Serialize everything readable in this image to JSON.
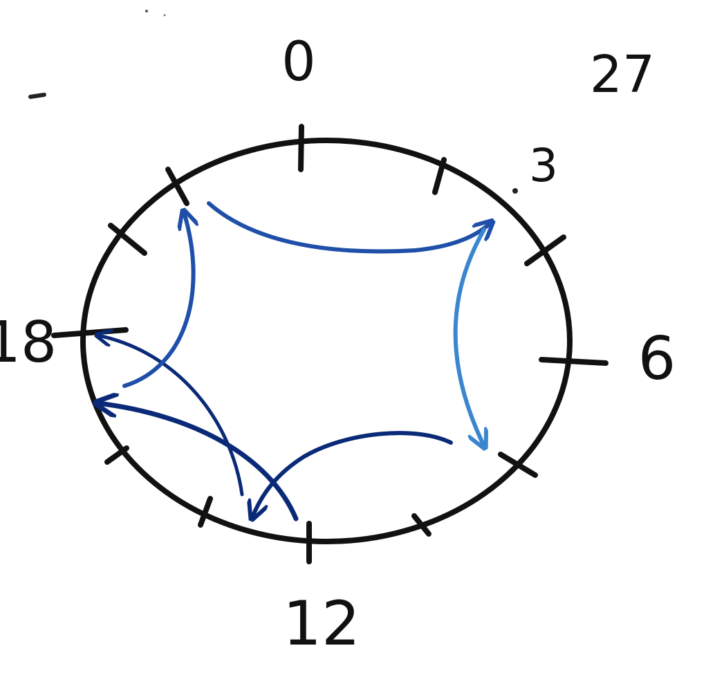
{
  "title": "27",
  "labels": {
    "top": "0",
    "upper_right": "3",
    "right": "6",
    "bottom": "12",
    "left": "18"
  },
  "colors": {
    "ink": "#111111",
    "arrow_dark": "#0a2a78",
    "arrow_mid": "#1f4fa8",
    "arrow_light": "#3a86cf",
    "background": "#ffffff"
  }
}
